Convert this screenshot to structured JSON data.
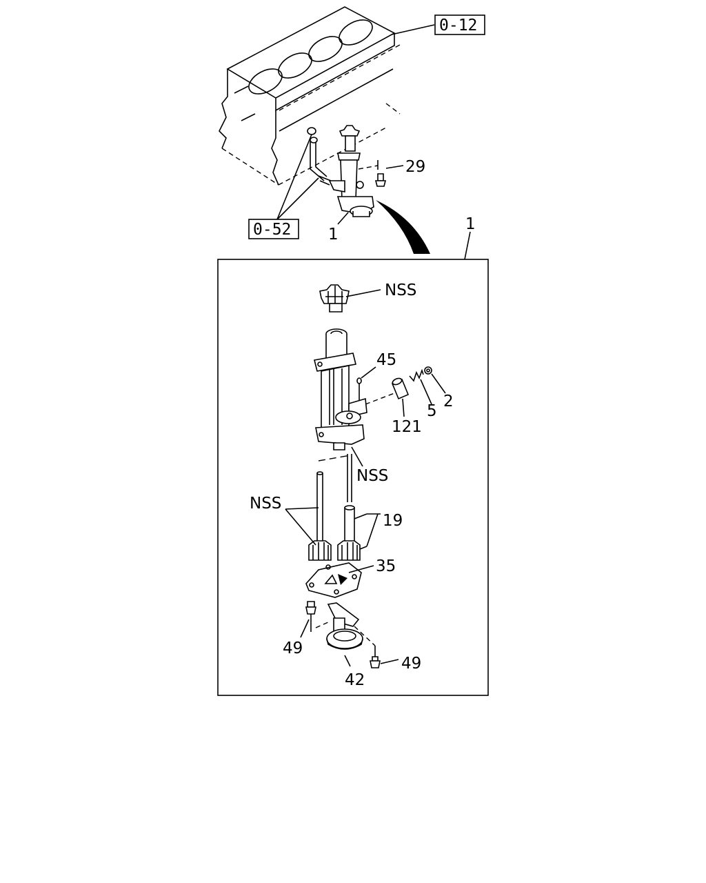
{
  "references": {
    "block": "0-12",
    "oil_pipe": "0-52"
  },
  "callouts": {
    "pump_assembly_top": "1",
    "pump_assembly_inset": "1",
    "bolt_mount": "29",
    "drive_gear_nss": "NSS",
    "pin": "45",
    "relief_plug": "2",
    "relief_spring": "5",
    "relief_valve": "121",
    "body_nss": "NSS",
    "shaft_nss": "NSS",
    "gear_set": "19",
    "cover": "35",
    "bolt_left": "49",
    "bolt_right": "49",
    "strainer": "42"
  },
  "colors": {
    "ink": "#000000",
    "paper": "#ffffff"
  }
}
